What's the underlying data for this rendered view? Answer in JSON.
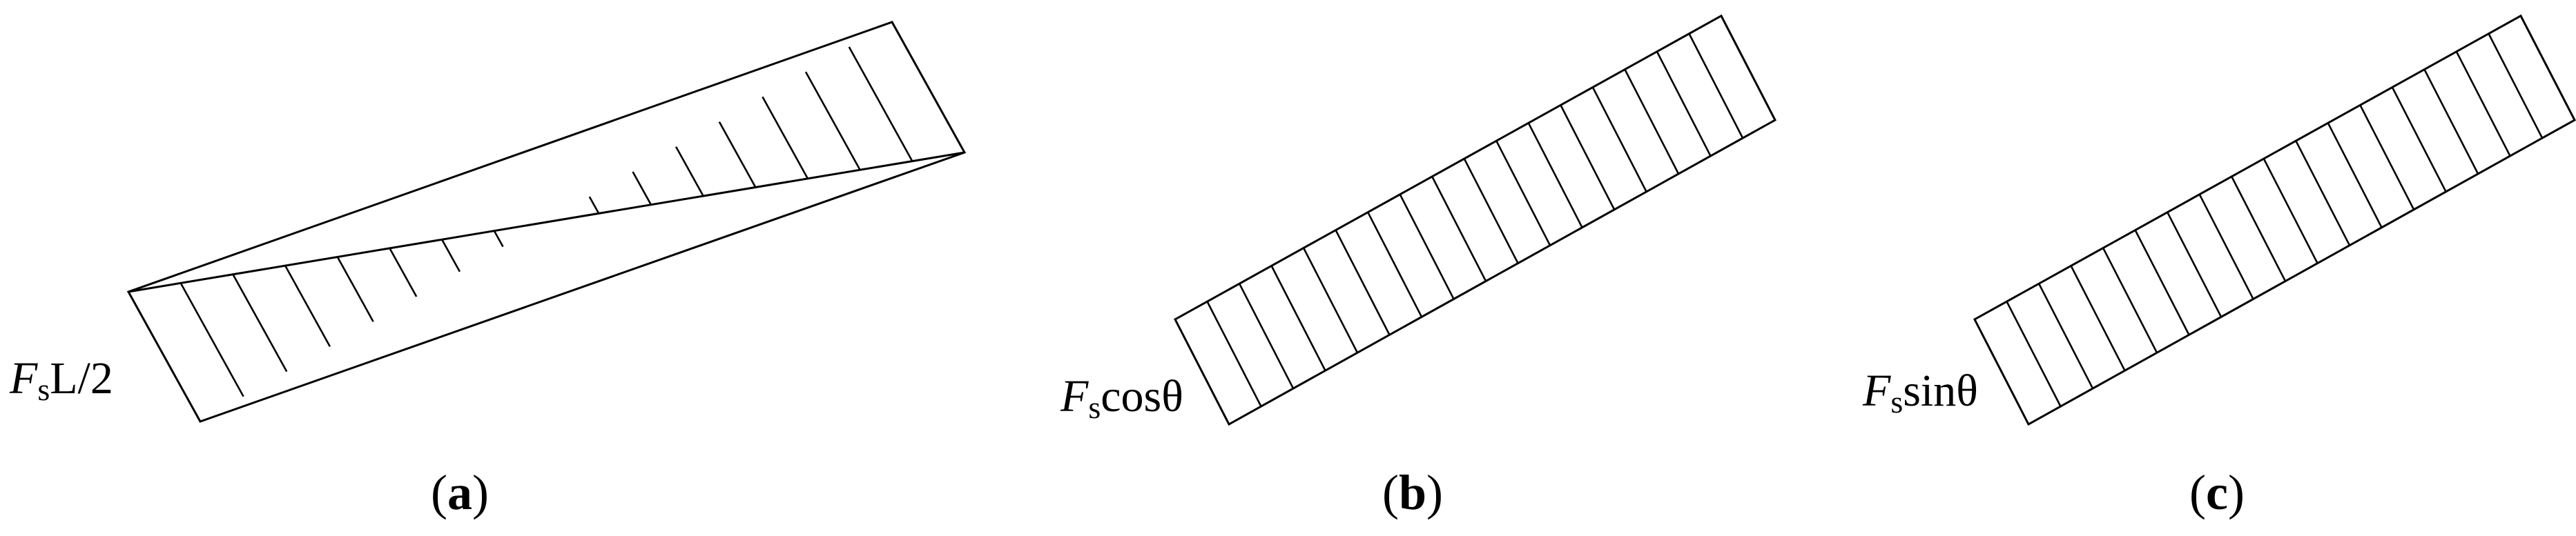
{
  "panels": [
    {
      "id": "a",
      "label_symbol": "F",
      "label_subscript": "s",
      "label_rest": "L/2",
      "caption_open": "(",
      "caption_letter": "a",
      "caption_close": ")"
    },
    {
      "id": "b",
      "label_symbol": "F",
      "label_subscript": "s",
      "label_rest": "cosθ",
      "caption_open": "(",
      "caption_letter": "b",
      "caption_close": ")"
    },
    {
      "id": "c",
      "label_symbol": "F",
      "label_subscript": "s",
      "label_rest": "sinθ",
      "caption_open": "(",
      "caption_letter": "c",
      "caption_close": ")"
    }
  ]
}
